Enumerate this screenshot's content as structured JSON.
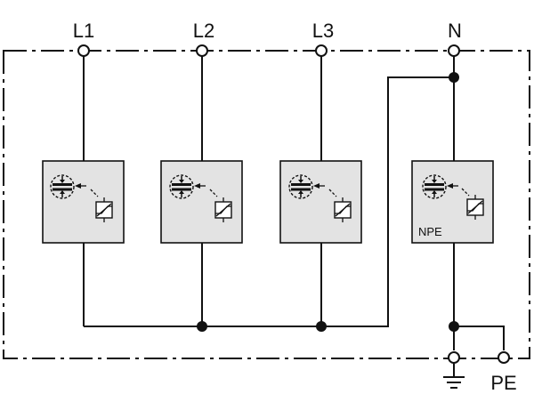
{
  "terminals": {
    "l1": "L1",
    "l2": "L2",
    "l3": "L3",
    "n": "N",
    "pe": "PE"
  },
  "modules": {
    "npe_label": "NPE"
  },
  "icons": {
    "spark_gap": "gas-discharge-spark-gap-icon",
    "varistor": "varistor-icon",
    "ground": "earth-ground-icon"
  },
  "colors": {
    "line": "#111111",
    "module_fill": "#e3e3e3"
  }
}
